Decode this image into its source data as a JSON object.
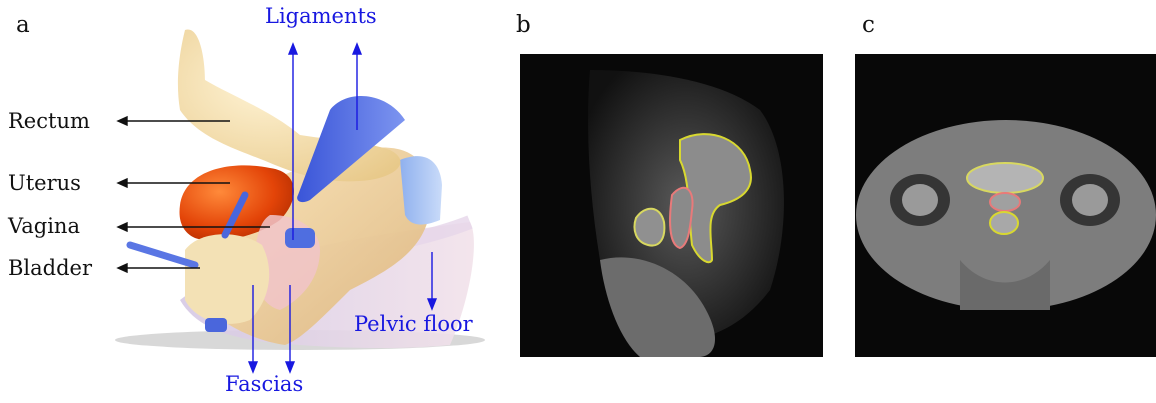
{
  "panels": {
    "a": "a",
    "b": "b",
    "c": "c"
  },
  "organ_labels": {
    "rectum": "Rectum",
    "uterus": "Uterus",
    "vagina": "Vagina",
    "bladder": "Bladder"
  },
  "support_labels": {
    "ligaments": "Ligaments",
    "fascias": "Fascias",
    "pelvic_floor": "Pelvic floor"
  },
  "colors": {
    "support_label": "#1818e0",
    "bladder_contour": "#d8d860",
    "vagina_contour": "#e87a7a",
    "rectum_contour": "#d8d830"
  }
}
